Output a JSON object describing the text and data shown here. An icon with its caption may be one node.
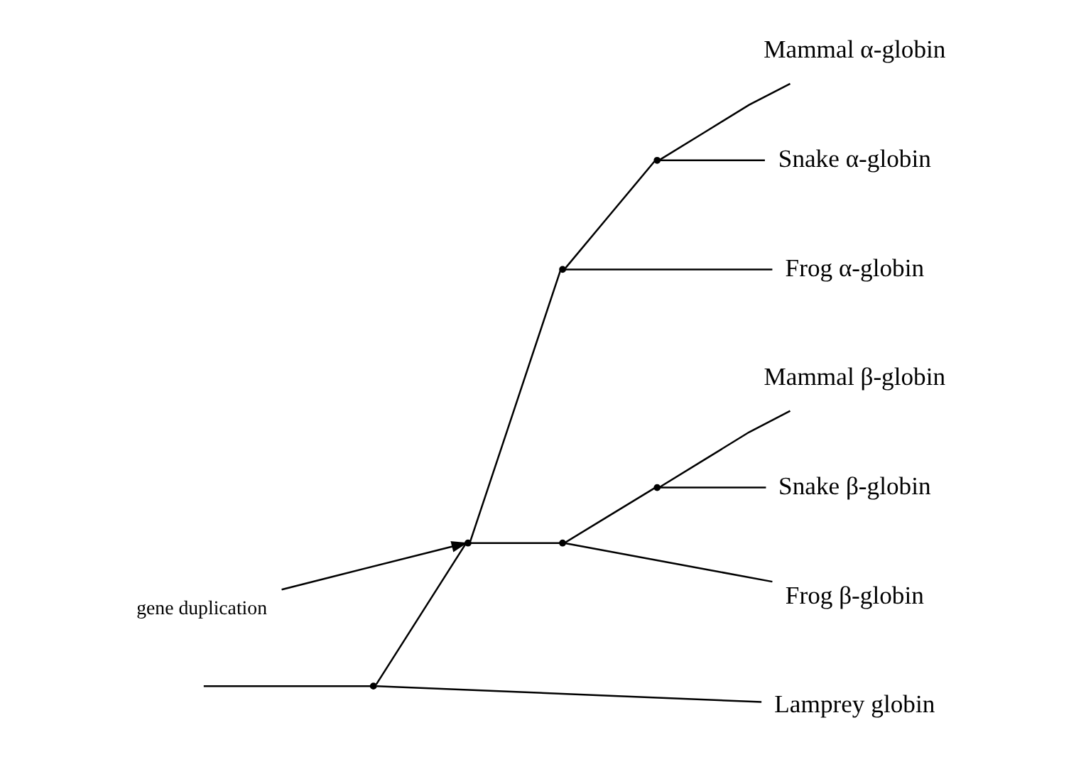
{
  "diagram": {
    "nodes": [
      {
        "text": [],
        "shape": "point"
      },
      {
        "text": [
          "Lamprey globin"
        ]
      },
      {
        "text": [],
        "shape": "point"
      },
      {
        "text": [],
        "shape": "point"
      },
      {
        "text": [],
        "shape": "point"
      },
      {
        "text": [
          "Mammal α-globin"
        ]
      },
      {
        "text": [
          "Snake α-globin"
        ]
      },
      {
        "text": [
          "Frog α-globin"
        ]
      },
      {
        "text": [],
        "shape": "point"
      },
      {
        "text": [],
        "shape": "point"
      },
      {
        "text": [
          "Mammal β-globin"
        ]
      },
      {
        "text": [
          "Snake β-globin"
        ]
      },
      {
        "text": [
          "Frog β-globin"
        ]
      },
      {
        "text": [
          "gene duplication"
        ]
      }
    ],
    "edges": [
      {
        "from": null,
        "to": 0,
        "arrow": "none"
      },
      {
        "from": 0,
        "to": 1,
        "arrow": "none"
      },
      {
        "from": 0,
        "to": 2,
        "arrow": "none"
      },
      {
        "from": 2,
        "to": 3,
        "arrow": "none"
      },
      {
        "from": 3,
        "to": 4,
        "arrow": "none"
      },
      {
        "from": 4,
        "to": 5,
        "arrow": "none"
      },
      {
        "from": 4,
        "to": 6,
        "arrow": "none"
      },
      {
        "from": 3,
        "to": 7,
        "arrow": "none"
      },
      {
        "from": 2,
        "to": 8,
        "arrow": "none"
      },
      {
        "from": 8,
        "to": 9,
        "arrow": "none"
      },
      {
        "from": 9,
        "to": 10,
        "arrow": "none"
      },
      {
        "from": 9,
        "to": 11,
        "arrow": "none"
      },
      {
        "from": 8,
        "to": 12,
        "arrow": "none"
      },
      {
        "from": 13,
        "to": 2,
        "arrow": "to"
      }
    ]
  }
}
